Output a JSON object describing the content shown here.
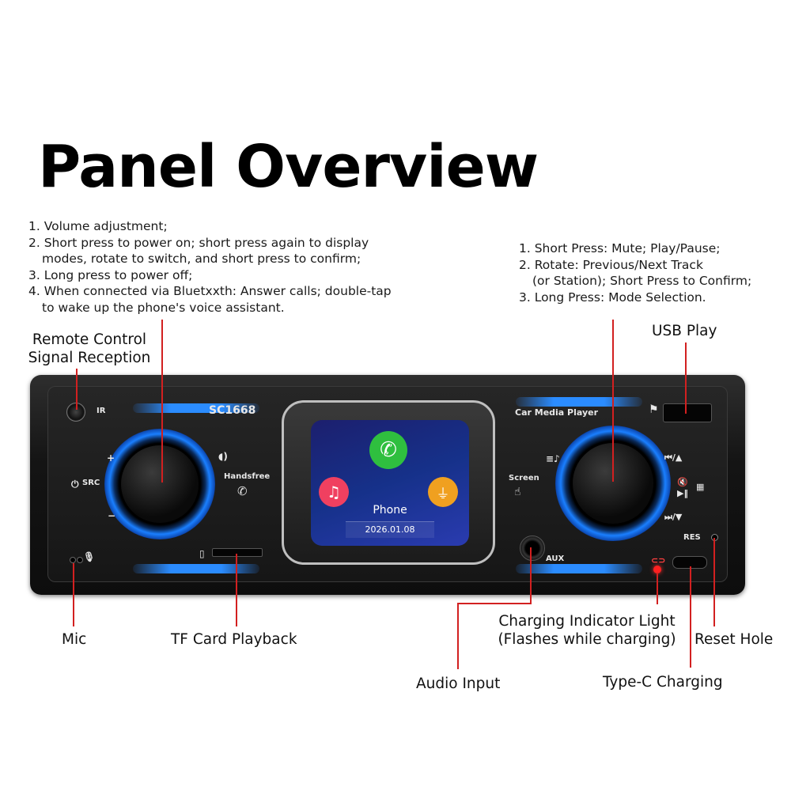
{
  "title": "Panel Overview",
  "left_notes": [
    "1. Volume adjustment;",
    "2. Short press to power on; short press again to display",
    "   modes, rotate to switch, and short press to confirm;",
    "3. Long press to power off;",
    "4. When connected via Bluetxxth: Answer calls; double-tap",
    "   to wake up the phone's voice assistant."
  ],
  "right_notes": [
    "1. Short Press: Mute; Play/Pause;",
    "2. Rotate: Previous/Next Track",
    "   (or Station); Short Press to Confirm;",
    "3. Long Press: Mode Selection."
  ],
  "labels": {
    "remote_line1": "Remote Control",
    "remote_line2": "Signal Reception",
    "usb": "USB Play",
    "mic": "Mic",
    "tf": "TF Card Playback",
    "charging_line1": "Charging Indicator Light",
    "charging_line2": "(Flashes while charging)",
    "reset": "Reset Hole",
    "audio": "Audio Input",
    "typec": "Type-C Charging"
  },
  "device": {
    "model": "SC1668",
    "brand": "Car Media Player",
    "ir": "IR",
    "src": "SRC",
    "plus": "+",
    "minus": "−",
    "handsfree": "Handsfree",
    "screen_btn": "Screen",
    "aux": "AUX",
    "res": "RES",
    "screen": {
      "app_label": "Phone",
      "date": "2026.01.08"
    }
  },
  "colors": {
    "accent_blue": "#2b8cff",
    "leader_red": "#d22020",
    "indicator_red": "#ff2020"
  }
}
